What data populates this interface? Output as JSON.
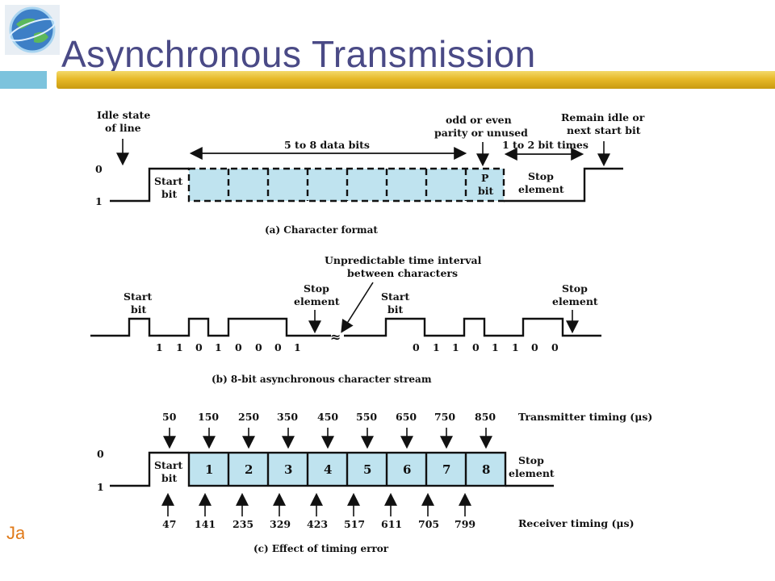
{
  "slide": {
    "title": "Asynchronous Transmission",
    "side_text": "Ja",
    "colors": {
      "title": "#4a4a86",
      "accent_bar": "#e7b928",
      "left_bar": "#7cc3dd",
      "cell_fill": "#bfe3ef"
    }
  },
  "panel_a": {
    "caption": "(a) Character format",
    "idle_state": [
      "Idle state",
      "of line"
    ],
    "level_0": "0",
    "level_1": "1",
    "data_bits": "5 to 8 data bits",
    "parity": [
      "odd or even",
      "parity or unused"
    ],
    "remain_idle": [
      "Remain idle or",
      "next start bit"
    ],
    "bit_times": "1 to 2 bit times",
    "start_bit": [
      "Start",
      "bit"
    ],
    "parity_bit": [
      "P",
      "bit"
    ],
    "stop_element": [
      "Stop",
      "element"
    ]
  },
  "panel_b": {
    "caption": "(b) 8-bit asynchronous character stream",
    "interval": [
      "Unpredictable time interval",
      "between characters"
    ],
    "start_bit_1": [
      "Start",
      "bit"
    ],
    "start_bit_2": [
      "Start",
      "bit"
    ],
    "stop_element_1": [
      "Stop",
      "element"
    ],
    "stop_element_2": [
      "Stop",
      "element"
    ],
    "bits_1": [
      "1",
      "1",
      "0",
      "1",
      "0",
      "0",
      "0",
      "1"
    ],
    "bits_2": [
      "0",
      "1",
      "1",
      "0",
      "1",
      "1",
      "0",
      "0"
    ],
    "gap_mark": "≈"
  },
  "panel_c": {
    "caption": "(c) Effect of timing error",
    "level_0": "0",
    "level_1": "1",
    "transmitter_label": "Transmitter timing (μs)",
    "receiver_label": "Receiver timing (μs)",
    "transmitter_timing": [
      "50",
      "150",
      "250",
      "350",
      "450",
      "550",
      "650",
      "750",
      "850"
    ],
    "receiver_timing": [
      "47",
      "141",
      "235",
      "329",
      "423",
      "517",
      "611",
      "705",
      "799"
    ],
    "start_bit": [
      "Start",
      "bit"
    ],
    "stop_element": [
      "Stop",
      "element"
    ],
    "cells": [
      "1",
      "2",
      "3",
      "4",
      "5",
      "6",
      "7",
      "8"
    ]
  }
}
